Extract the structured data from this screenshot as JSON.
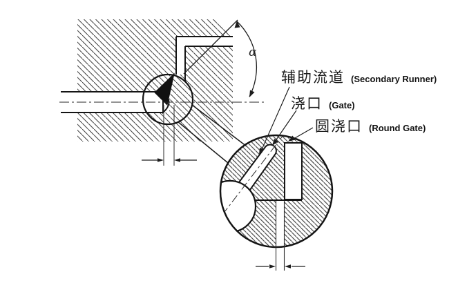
{
  "diagram": {
    "type": "technical-section-view",
    "subject": "injection mold gate design cross-section with magnified detail",
    "labels": {
      "secondary_runner": {
        "zh": "辅助流道",
        "en": "(Secondary Runner)"
      },
      "gate": {
        "zh": "浇口",
        "en": "(Gate)"
      },
      "round_gate": {
        "zh": "圆浇口",
        "en": "(Round Gate)"
      }
    },
    "angle_symbol": "α",
    "colors": {
      "line": "#1c1c1c",
      "hatch": "#474747",
      "background": "#ffffff"
    }
  }
}
